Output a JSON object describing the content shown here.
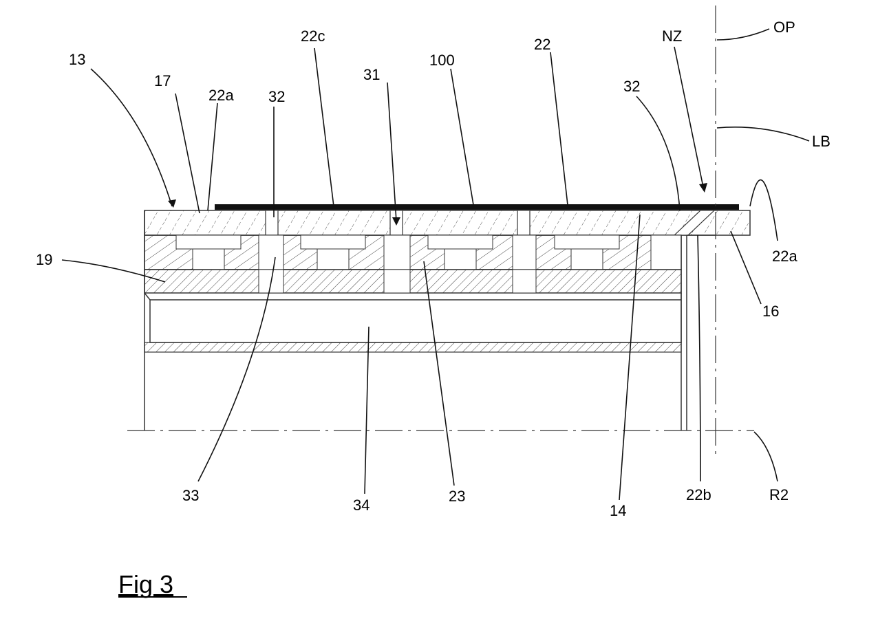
{
  "figure": {
    "caption": "Fig 3",
    "labels": {
      "l13": "13",
      "l17": "17",
      "l22a_left": "22a",
      "l32_left": "32",
      "l22c": "22c",
      "l31": "31",
      "l100": "100",
      "l22": "22",
      "l32_right": "32",
      "lNZ": "NZ",
      "lOP": "OP",
      "lLB": "LB",
      "l22a_right": "22a",
      "l19": "19",
      "l16": "16",
      "l33": "33",
      "l34": "34",
      "l23": "23",
      "l14": "14",
      "l22b": "22b",
      "lR2": "R2"
    }
  }
}
